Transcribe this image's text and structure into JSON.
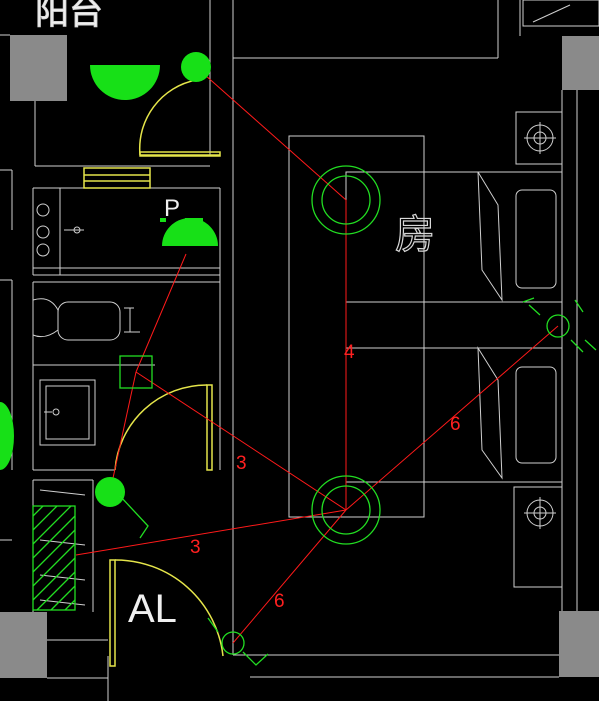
{
  "labels": {
    "room_top": "阳台",
    "room_main": "房",
    "marker_p": "P",
    "marker_al": "AL"
  },
  "segment_labels": [
    "4",
    "6",
    "3",
    "3",
    "6"
  ],
  "colors": {
    "background": "#000000",
    "lines": "#cfcfcf",
    "doors": "#e5e54a",
    "devices": "#17e017",
    "links": "#ff1a1a",
    "columns": "#8a8a8a"
  }
}
